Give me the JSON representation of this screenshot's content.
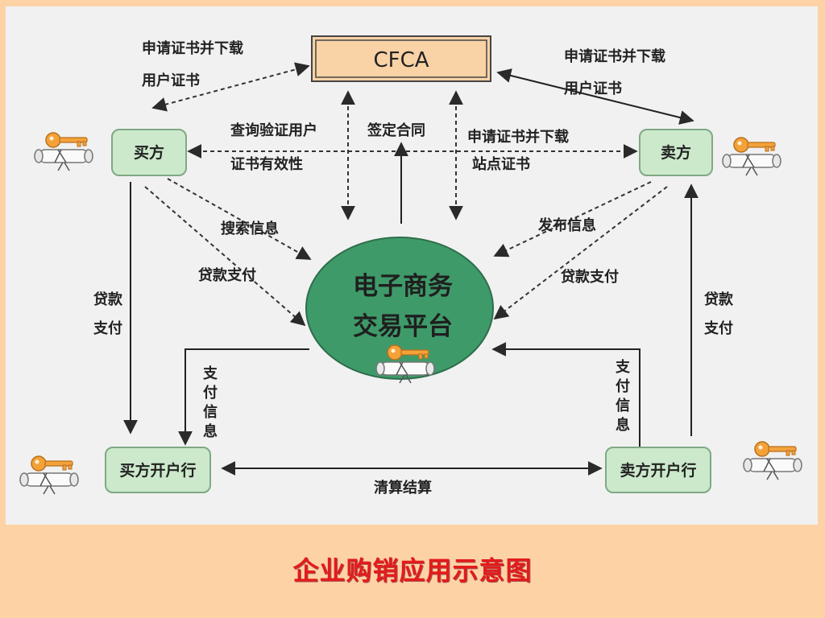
{
  "nodes": {
    "cfca": "CFCA",
    "buyer": "买方",
    "seller": "卖方",
    "platform_line1": "电子商务",
    "platform_line2": "交易平台",
    "buyer_bank": "买方开户行",
    "seller_bank": "卖方开户行"
  },
  "labels": {
    "buyer_cert_line1": "申请证书并下载",
    "buyer_cert_line2": "用户证书",
    "seller_cert_line1": "申请证书并下载",
    "seller_cert_line2": "用户证书",
    "verify_line1": "查询验证用户",
    "verify_line2": "证书有效性",
    "sign_contract": "签定合同",
    "site_cert_line1": "申请证书并下载",
    "site_cert_line2": "站点证书",
    "search_info": "搜索信息",
    "publish_info": "发布信息",
    "loan_pay_buyer": "贷款支付",
    "loan_pay_seller": "贷款支付",
    "loan_pay_left_1": "贷款",
    "loan_pay_left_2": "支付",
    "loan_pay_right_1": "贷款",
    "loan_pay_right_2": "支付",
    "pay_info_left": [
      "支",
      "付",
      "信",
      "息"
    ],
    "pay_info_right": [
      "支",
      "付",
      "信",
      "息"
    ],
    "clearing": "清算结算"
  },
  "footer_title": "企业购销应用示意图",
  "colors": {
    "background": "#fdd3a6",
    "panel": "#f1f1f1",
    "node_fill": "#cde9cc",
    "node_border": "#7fa984",
    "platform_fill": "#3f9a6a",
    "cfca_fill": "#f9d2a6",
    "title_red": "#e31b1b"
  }
}
